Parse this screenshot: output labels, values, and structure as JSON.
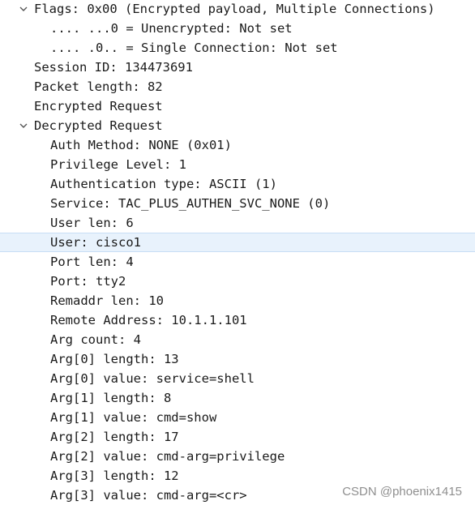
{
  "tree": {
    "rows": [
      {
        "text": "Flags: 0x00 (Encrypted payload, Multiple Connections)",
        "level": 0,
        "expandable": true,
        "expanded": true
      },
      {
        "text": ".... ...0 = Unencrypted: Not set",
        "level": 1
      },
      {
        "text": ".... .0.. = Single Connection: Not set",
        "level": 1
      },
      {
        "text": "Session ID: 134473691",
        "level": 0
      },
      {
        "text": "Packet length: 82",
        "level": 0
      },
      {
        "text": "Encrypted Request",
        "level": 0
      },
      {
        "text": "Decrypted Request",
        "level": 0,
        "expandable": true,
        "expanded": true
      },
      {
        "text": "Auth Method: NONE (0x01)",
        "level": 1
      },
      {
        "text": "Privilege Level: 1",
        "level": 1
      },
      {
        "text": "Authentication type: ASCII (1)",
        "level": 1
      },
      {
        "text": "Service: TAC_PLUS_AUTHEN_SVC_NONE (0)",
        "level": 1
      },
      {
        "text": "User len: 6",
        "level": 1
      },
      {
        "text": "User: cisco1",
        "level": 1,
        "selected": true
      },
      {
        "text": "Port len: 4",
        "level": 1
      },
      {
        "text": "Port: tty2",
        "level": 1
      },
      {
        "text": "Remaddr len: 10",
        "level": 1
      },
      {
        "text": "Remote Address: 10.1.1.101",
        "level": 1
      },
      {
        "text": "Arg count: 4",
        "level": 1
      },
      {
        "text": "Arg[0] length: 13",
        "level": 1
      },
      {
        "text": "Arg[0] value: service=shell",
        "level": 1
      },
      {
        "text": "Arg[1] length: 8",
        "level": 1
      },
      {
        "text": "Arg[1] value: cmd=show",
        "level": 1
      },
      {
        "text": "Arg[2] length: 17",
        "level": 1
      },
      {
        "text": "Arg[2] value: cmd-arg=privilege",
        "level": 1
      },
      {
        "text": "Arg[3] length: 12",
        "level": 1
      },
      {
        "text": "Arg[3] value: cmd-arg=<cr>",
        "level": 1
      }
    ]
  },
  "watermark": "CSDN @phoenix1415",
  "colors": {
    "text": "#1a1a1a",
    "selection_background": "#e8f2fc",
    "watermark": "#8f8f8f"
  },
  "icons": {
    "expander": "chevron-down-icon"
  }
}
